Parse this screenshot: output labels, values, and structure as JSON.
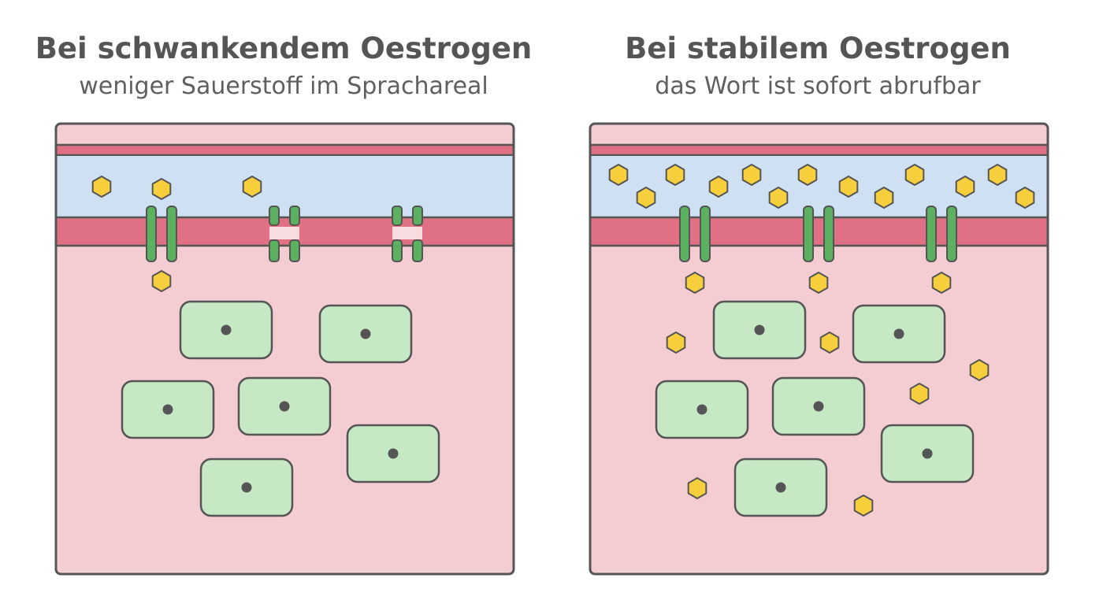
{
  "panels": {
    "left": {
      "title": "Bei schwankendem Oestrogen",
      "subtitle": "weniger Sauerstoff im Sprachareal"
    },
    "right": {
      "title": "Bei stabilem Oestrogen",
      "subtitle": "das Wort ist sofort abrufbar"
    }
  },
  "colors": {
    "tissue": "#f4cdd2",
    "vessel_wall": "#e07083",
    "blood_lumen": "#cfe0f3",
    "channel": "#5cb160",
    "cell_fill": "#c7e8c4",
    "molecule": "#f7cf3c",
    "outline": "#555555"
  },
  "icons": {
    "molecule": "hexagon-molecule-icon",
    "cell": "cell-icon",
    "channel": "channel-icon"
  }
}
